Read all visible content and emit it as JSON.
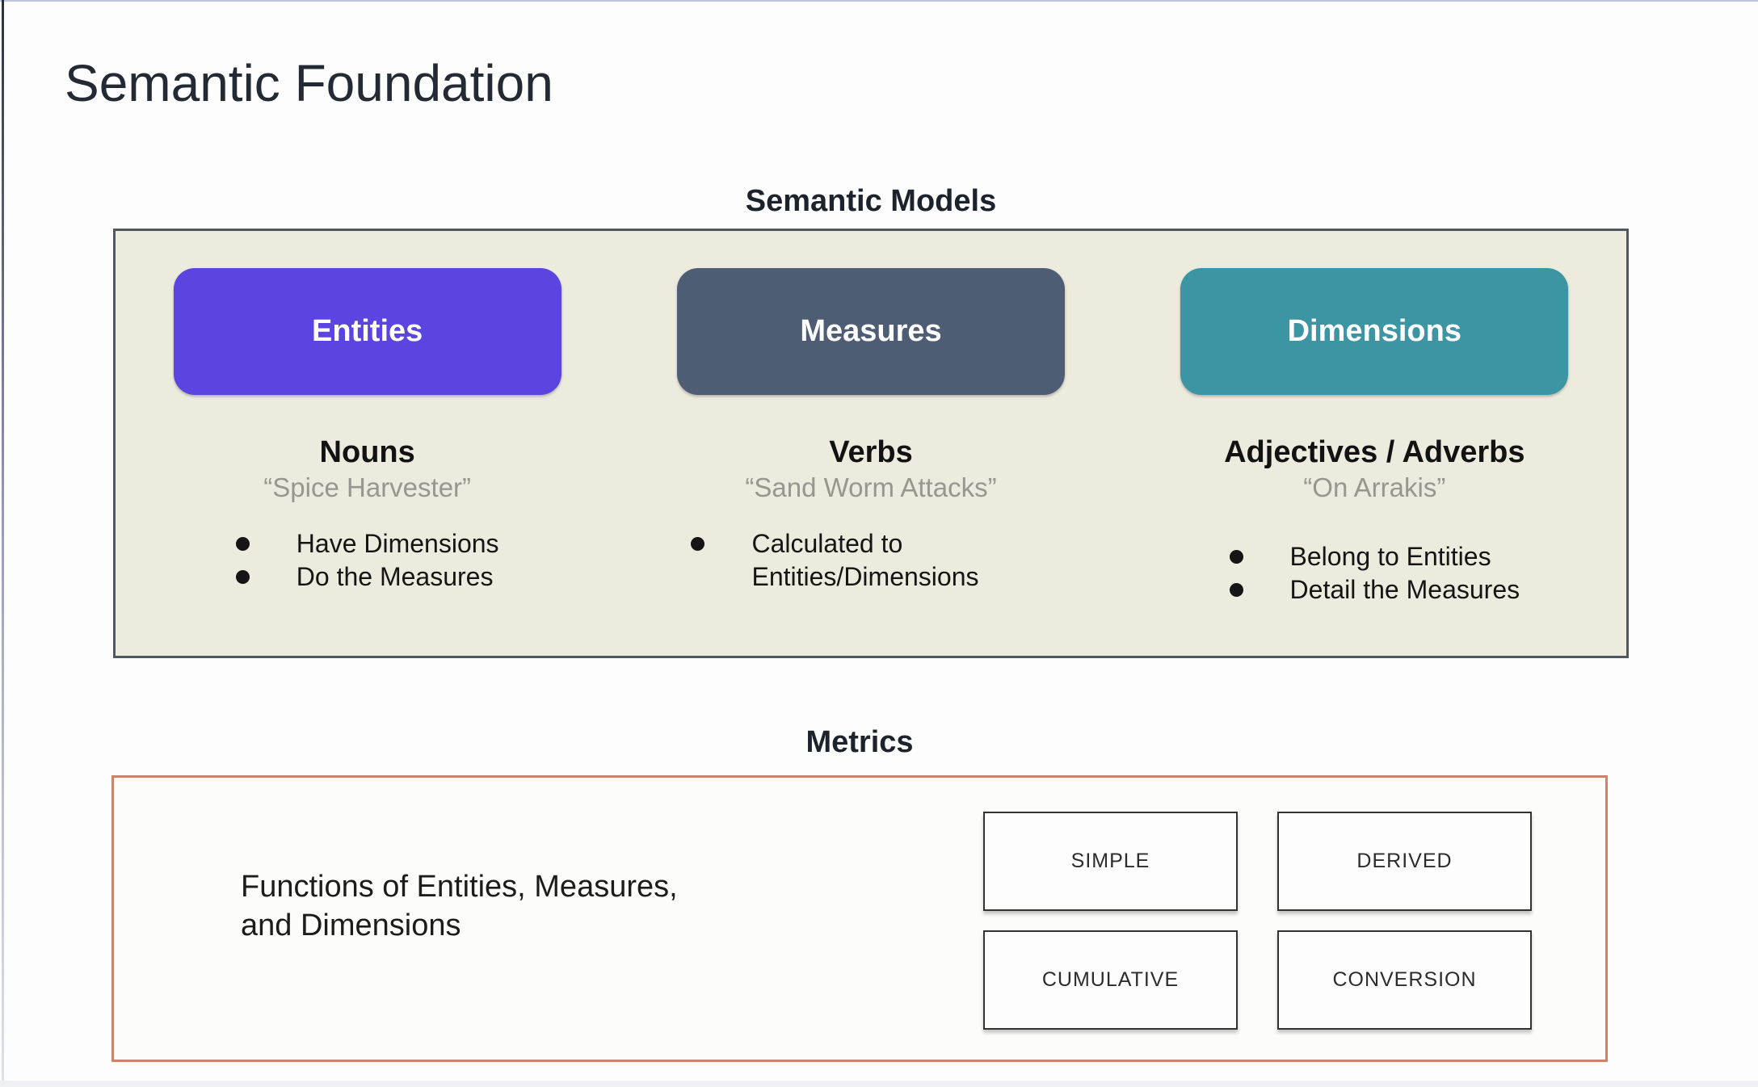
{
  "page": {
    "title": "Semantic Foundation"
  },
  "semantic_models": {
    "heading": "Semantic Models",
    "columns": [
      {
        "label": "Entities",
        "color": "#5a45e0",
        "term": "Nouns",
        "quote": "“Spice Harvester”",
        "bullets": [
          "Have Dimensions",
          "Do the Measures"
        ]
      },
      {
        "label": "Measures",
        "color": "#4e5d74",
        "term": "Verbs",
        "quote": "“Sand Worm Attacks”",
        "bullets": [
          "Calculated to Entities/Dimensions"
        ]
      },
      {
        "label": "Dimensions",
        "color": "#3b95a3",
        "term": "Adjectives / Adverbs",
        "quote": "“On Arrakis”",
        "bullets": [
          "Belong to Entities",
          "Detail the Measures"
        ]
      }
    ]
  },
  "metrics": {
    "heading": "Metrics",
    "description": "Functions of Entities, Measures,\nand Dimensions",
    "types": [
      "SIMPLE",
      "DERIVED",
      "CUMULATIVE",
      "CONVERSION"
    ]
  },
  "colors": {
    "entities_pill": "#5a45e0",
    "measures_pill": "#4e5d74",
    "dimensions_pill": "#3b95a3",
    "models_panel_bg": "#edeade",
    "models_panel_border": "#50575f",
    "metrics_panel_border": "#c9846a",
    "quote_text": "#97978f"
  }
}
